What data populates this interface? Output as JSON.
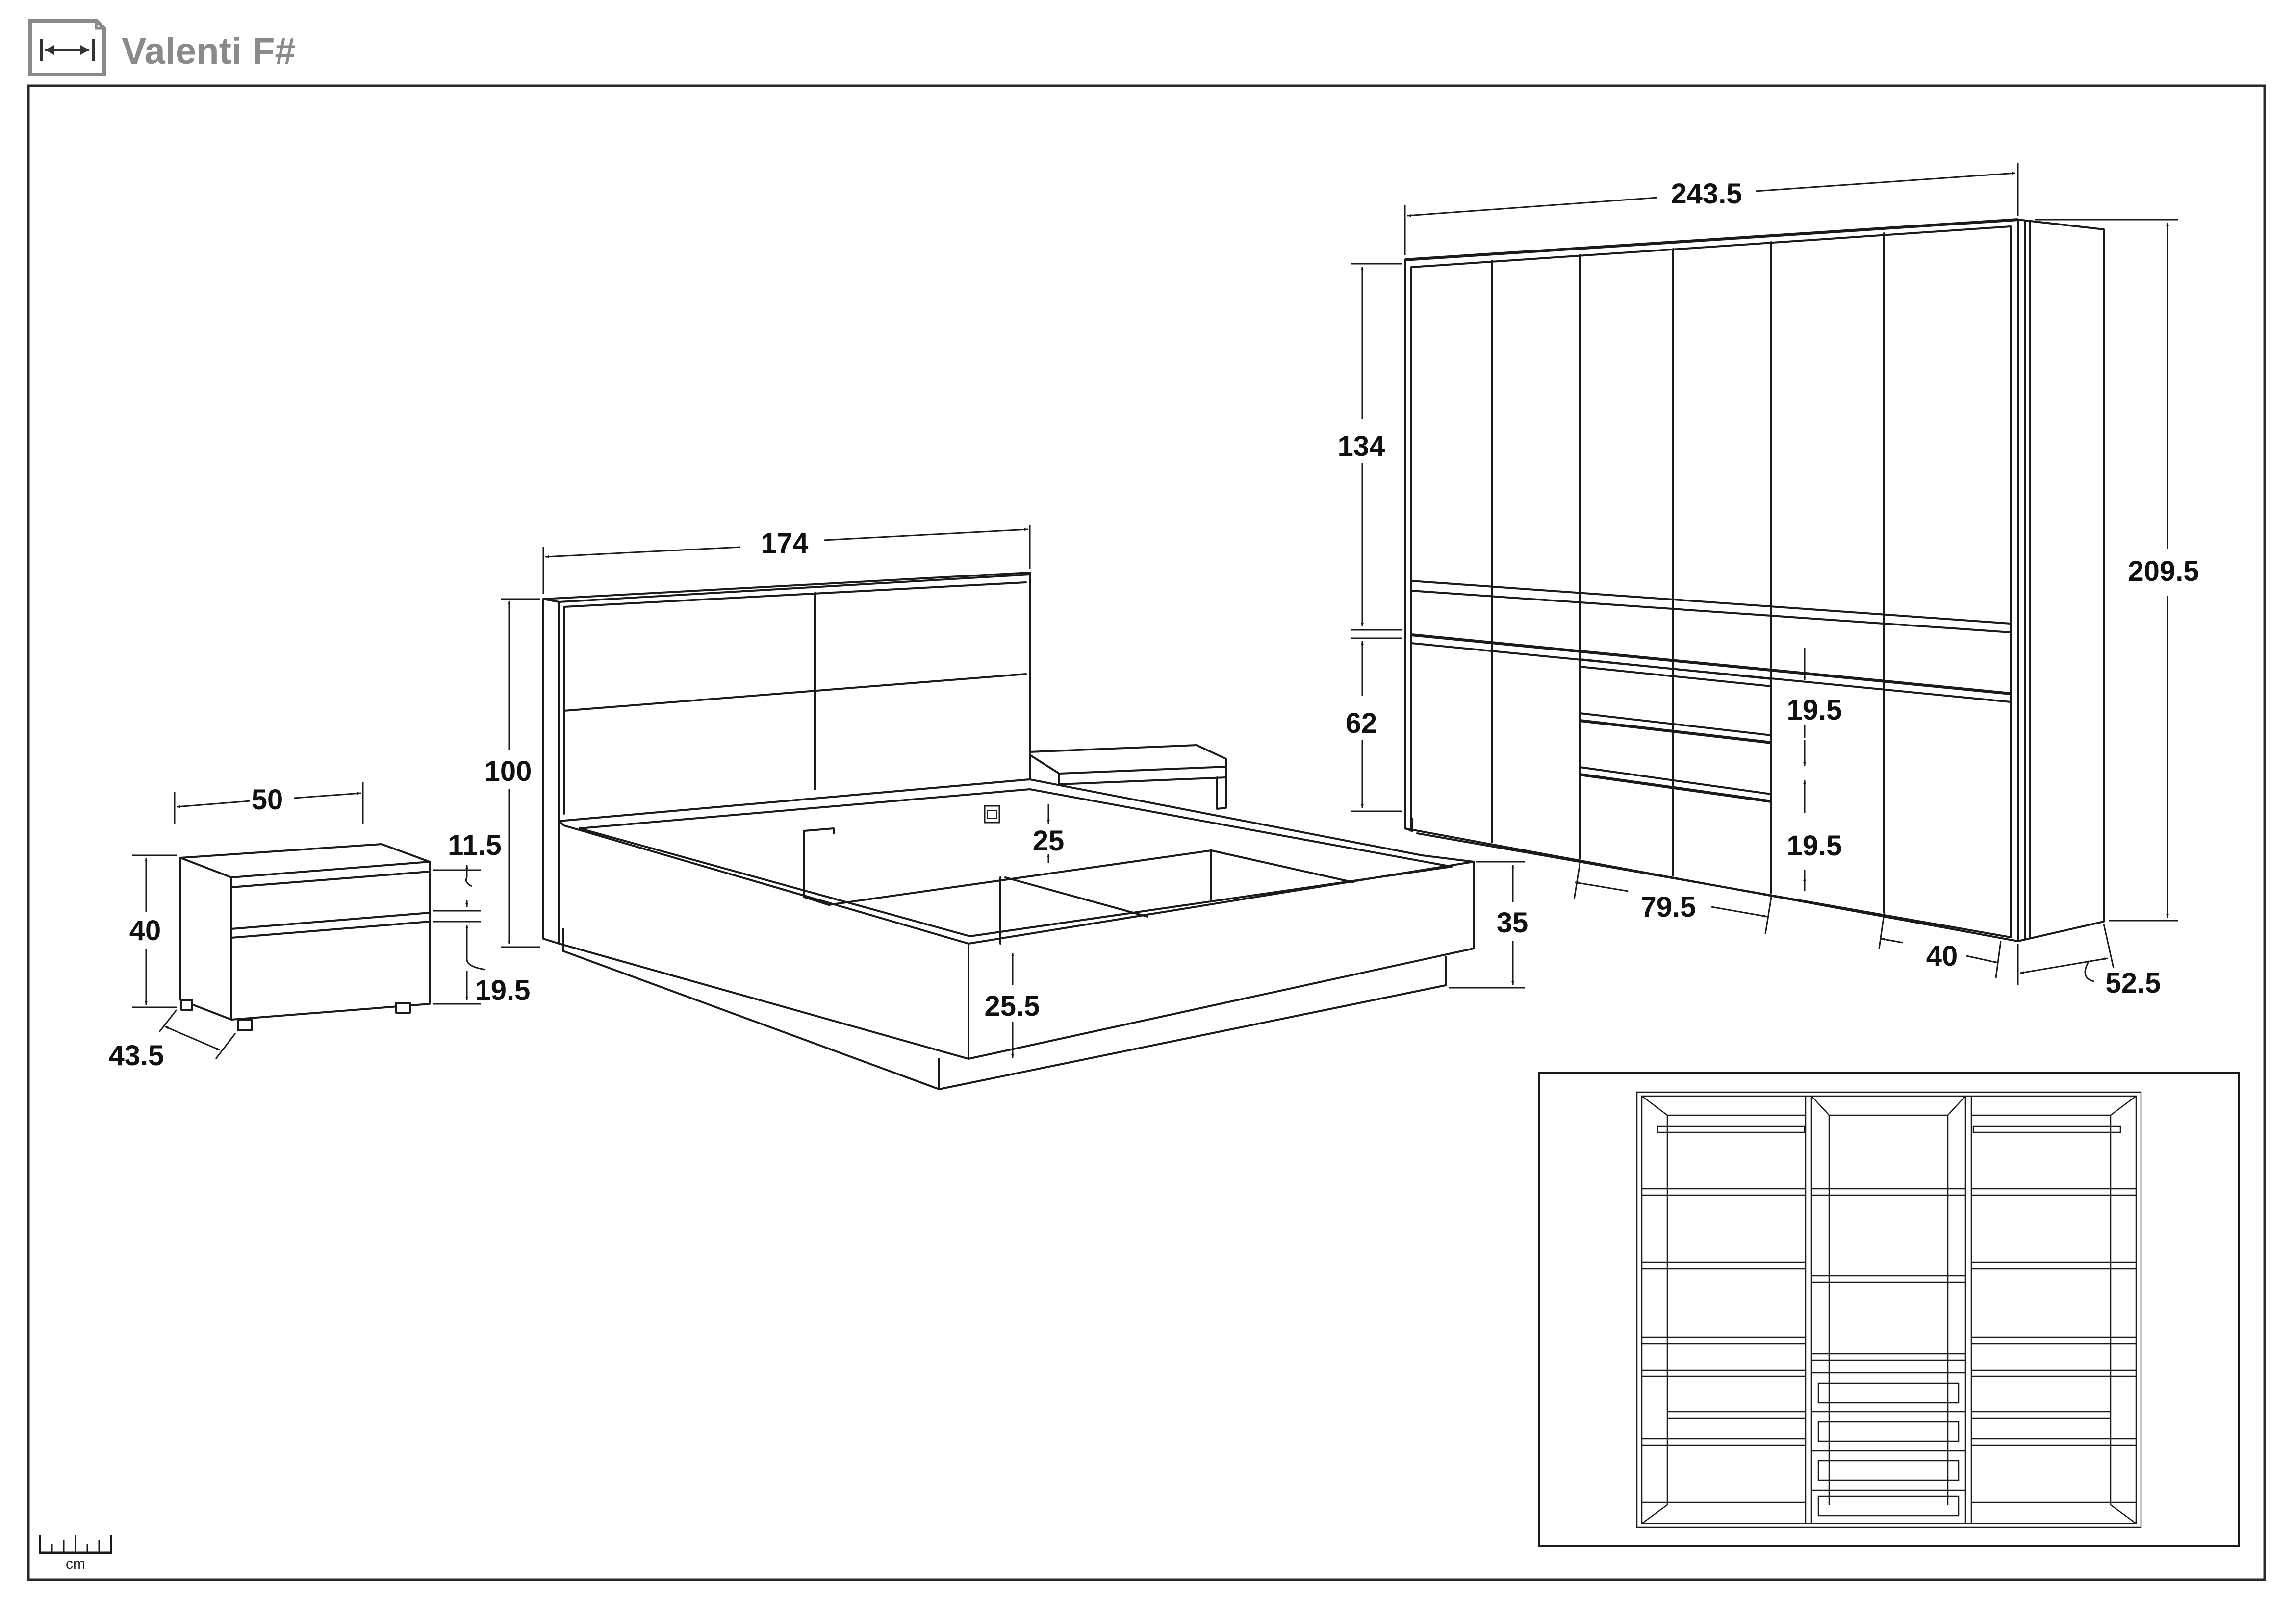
{
  "header": {
    "title": "Valenti F#",
    "icon": "width-dimension-icon"
  },
  "scale": {
    "unit_label": "cm",
    "icon": "ruler-icon"
  },
  "nightstand": {
    "width": "50",
    "height": "40",
    "depth": "43.5",
    "drawer_top": "11.5",
    "drawer_bottom": "19.5"
  },
  "bed": {
    "width": "174",
    "headboard_height": "100",
    "frame_height": "35",
    "inner_depth": "25",
    "side_height": "25.5"
  },
  "wardrobe": {
    "width": "243.5",
    "height": "209.5",
    "upper_height": "134",
    "lower_height": "62",
    "drawer_1": "19.5",
    "drawer_2": "19.5",
    "section_width": "79.5",
    "door_width": "40",
    "depth": "52.5"
  },
  "colors": {
    "line": "#1a1a1a",
    "title": "#8a8a8a"
  }
}
